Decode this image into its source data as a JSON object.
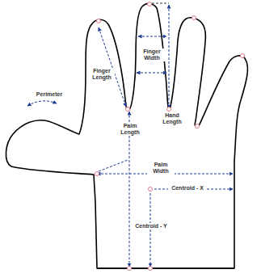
{
  "diagram": {
    "labels": [
      "Perimeter",
      "Finger Length",
      "Finger Width",
      "Hand Length",
      "Palm Length",
      "Palm Width",
      "Centroid - X",
      "Centroid - Y"
    ]
  }
}
